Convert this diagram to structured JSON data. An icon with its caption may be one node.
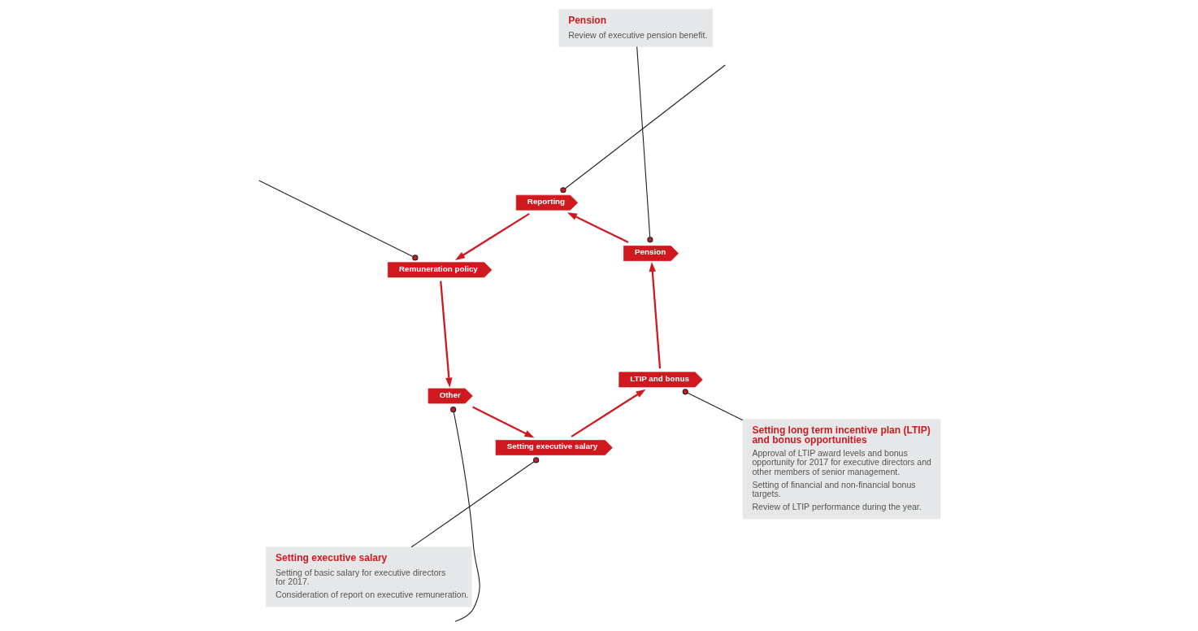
{
  "diagram": {
    "nodes": [
      {
        "text": [
          "Other"
        ]
      },
      {
        "text": [
          "Setting executive salary"
        ]
      },
      {
        "text": [
          "LTIP and bonus"
        ]
      },
      {
        "text": [
          "Pension"
        ]
      },
      {
        "text": [
          "Reporting"
        ]
      },
      {
        "text": [
          "Remuneration policy"
        ]
      },
      {
        "text": [
          "Setting executive salary",
          "Setting of basic salary for executive directors for 2017.",
          "Consideration of report on executive remuneration."
        ]
      },
      {
        "text": [
          "Setting long term incentive plan (LTIP) and bonus opportunities",
          "Approval of LTIP award levels and bonus opportunity for 2017 for executive directors and other members of senior management.",
          "Setting of financial and non-financial bonus targets.",
          "Review of LTIP performance during the year."
        ]
      },
      {
        "text": [
          "Pension",
          "Review of executive pension benefit."
        ]
      }
    ],
    "edges": [
      {
        "from": 0,
        "to": 1,
        "arrow": "to"
      },
      {
        "from": 1,
        "to": 2,
        "arrow": "to"
      },
      {
        "from": 2,
        "to": 3,
        "arrow": "to"
      },
      {
        "from": 3,
        "to": 4,
        "arrow": "to"
      },
      {
        "from": 4,
        "to": 5,
        "arrow": "to"
      },
      {
        "from": 5,
        "to": 0,
        "arrow": "to"
      },
      {
        "from": 0,
        "to": null,
        "arrow": "other",
        "color": "#222222"
      },
      {
        "from": 1,
        "to": 6,
        "arrow": "other",
        "color": "#222222"
      },
      {
        "from": 2,
        "to": 7,
        "arrow": "other",
        "color": "#222222"
      },
      {
        "from": 3,
        "to": 8,
        "arrow": "other",
        "color": "#222222"
      },
      {
        "from": 4,
        "to": null,
        "arrow": "other",
        "color": "#222222"
      },
      {
        "from": 5,
        "to": null,
        "arrow": "other",
        "color": "#222222"
      }
    ]
  }
}
